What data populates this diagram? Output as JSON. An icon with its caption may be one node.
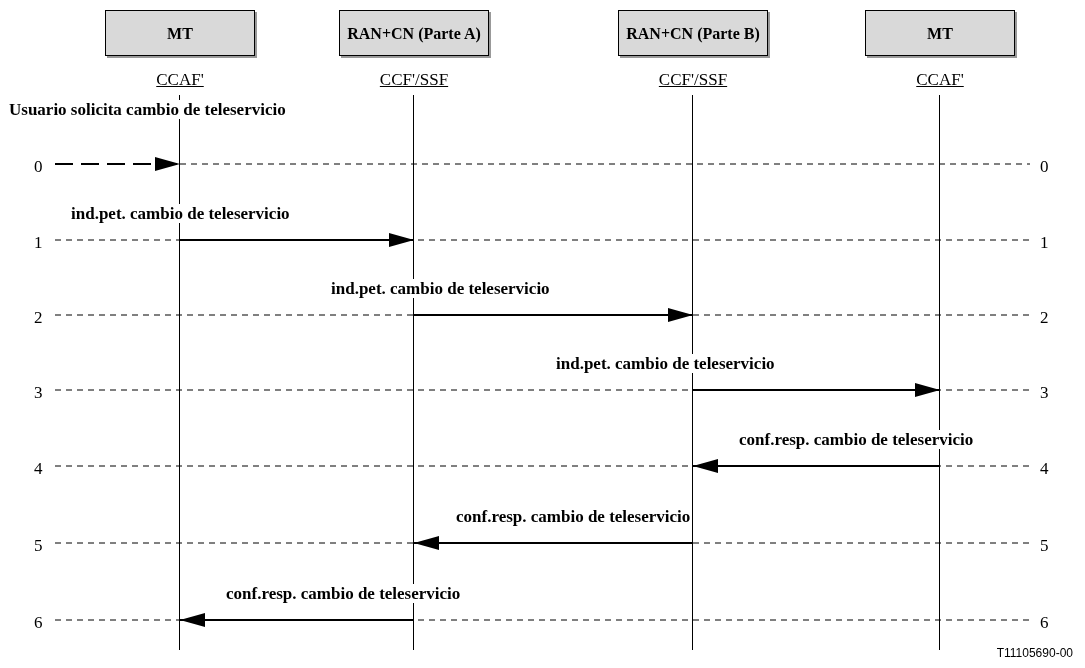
{
  "diagram": {
    "nodes": [
      {
        "text": [
          "MT",
          "CCAF'"
        ]
      },
      {
        "text": [
          "RAN+CN (Parte A)",
          "CCF'/SSF"
        ]
      },
      {
        "text": [
          "RAN+CN (Parte B)",
          "CCF'/SSF"
        ]
      },
      {
        "text": [
          "MT",
          "CCAF'"
        ]
      }
    ],
    "edges": [
      {
        "from": null,
        "to": 0,
        "arrow": "to",
        "label": "Usuario solicita cambio de teleservicio",
        "style": "dashed"
      },
      {
        "from": 0,
        "to": 1,
        "arrow": "to",
        "label": "ind.pet. cambio de teleservicio"
      },
      {
        "from": 1,
        "to": 2,
        "arrow": "to",
        "label": "ind.pet. cambio de teleservicio"
      },
      {
        "from": 2,
        "to": 3,
        "arrow": "to",
        "label": "ind.pet. cambio de teleservicio"
      },
      {
        "from": 3,
        "to": 2,
        "arrow": "to",
        "label": "conf.resp. cambio de teleservicio"
      },
      {
        "from": 2,
        "to": 1,
        "arrow": "to",
        "label": "conf.resp. cambio de teleservicio"
      },
      {
        "from": 1,
        "to": 0,
        "arrow": "to",
        "label": "conf.resp. cambio de teleservicio"
      }
    ],
    "labels": [
      "0",
      "0",
      "1",
      "1",
      "2",
      "2",
      "3",
      "3",
      "4",
      "4",
      "5",
      "5",
      "6",
      "6",
      "T11105690-00"
    ]
  }
}
